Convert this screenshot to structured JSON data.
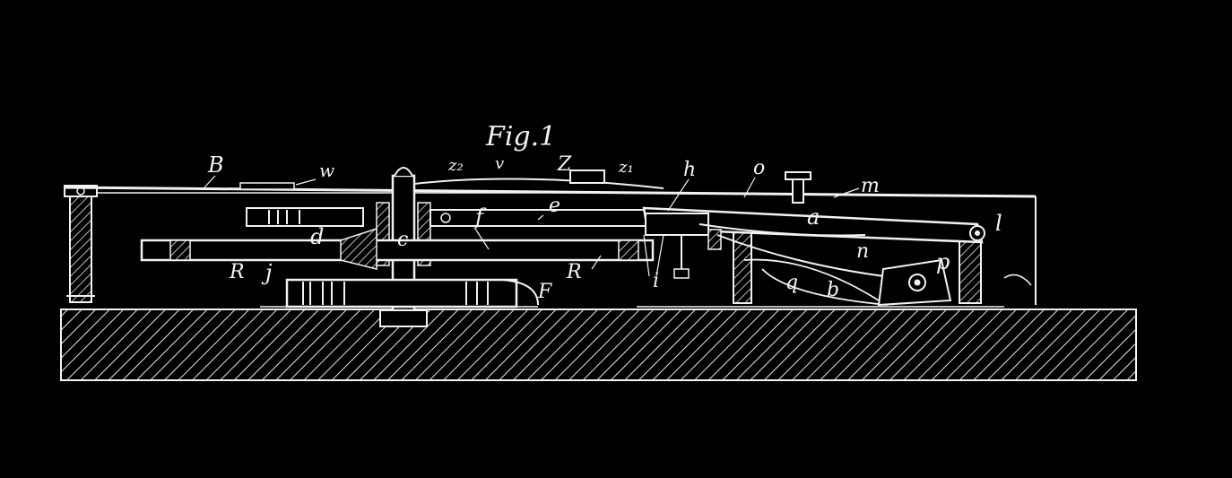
{
  "figure": {
    "title": "Fig.1",
    "background_color": "#000000",
    "line_color": "#f2f2f2"
  },
  "labels": {
    "B": "B",
    "w": "w",
    "z2": "z₂",
    "v": "v",
    "Z": "Z",
    "z1": "z₁",
    "h": "h",
    "o": "o",
    "m": "m",
    "f": "f",
    "e": "e",
    "a": "a",
    "l": "l",
    "d": "d",
    "c": "c",
    "n": "n",
    "p": "p",
    "R_left": "R",
    "j": "j",
    "R_right": "R",
    "i": "i",
    "F": "F",
    "q": "q",
    "b": "b"
  }
}
